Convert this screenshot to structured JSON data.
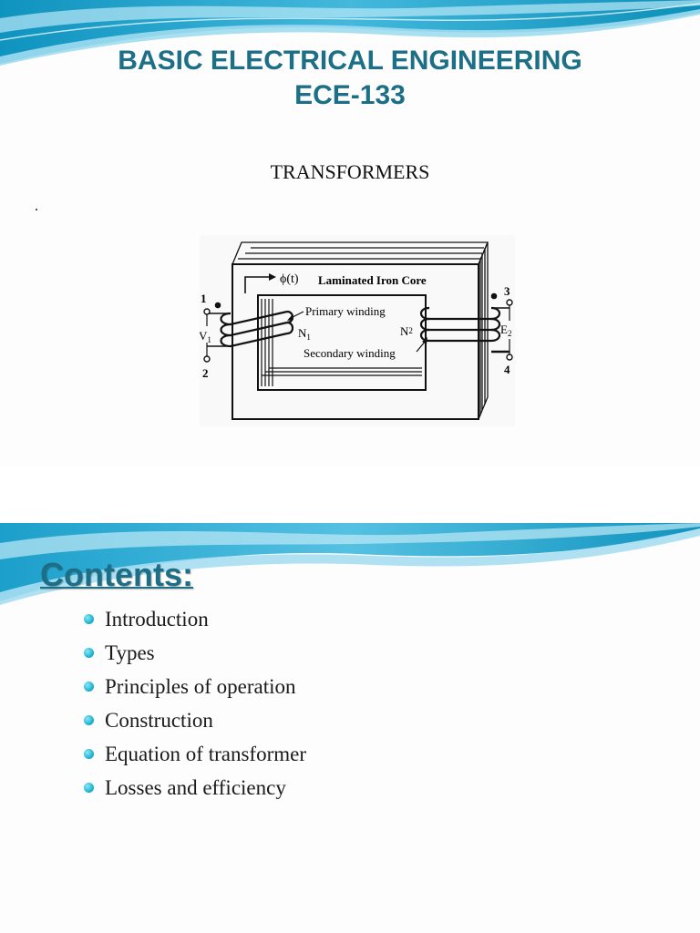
{
  "slide1": {
    "title_line1": "BASIC ELECTRICAL ENGINEERING",
    "title_line2": "ECE-133",
    "subtitle": "TRANSFORMERS",
    "stray_mark": ".",
    "diagram": {
      "flux_label": "ϕ(t)",
      "core_label": "Laminated Iron Core",
      "primary_label": "Primary winding",
      "secondary_label": "Secondary winding",
      "n1_label": "N",
      "n1_sub": "1",
      "n2_label": "N",
      "n2_sub": "2",
      "v1_label": "V",
      "v1_sub": "1",
      "e2_label": "E",
      "e2_sub": "2",
      "terminal_1": "1",
      "terminal_2": "2",
      "terminal_3": "3",
      "terminal_4": "4"
    }
  },
  "slide2": {
    "title": "Contents:",
    "items": [
      "Introduction",
      "Types",
      "Principles of operation",
      "Construction",
      "Equation of transformer",
      "Losses and efficiency"
    ]
  },
  "colors": {
    "title": "#1c6f86",
    "wave_dark": "#1a9fc4",
    "wave_light": "#8fd9ef",
    "bullet": "#1fb5d4"
  }
}
